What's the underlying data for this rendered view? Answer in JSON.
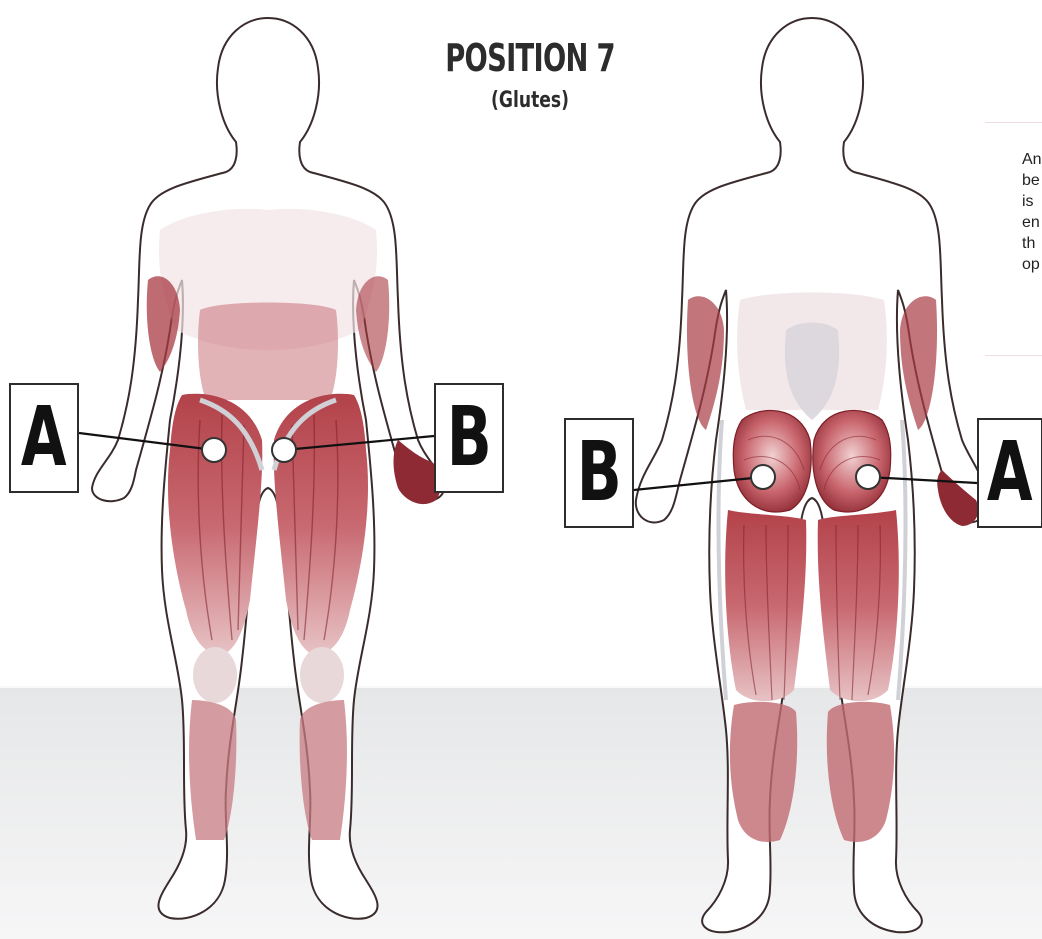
{
  "title": "POSITION 7",
  "subtitle": "(Glutes)",
  "front_figure": {
    "label_left": "A",
    "label_right": "B"
  },
  "back_figure": {
    "label_left": "B",
    "label_right": "A"
  },
  "side_panel": {
    "lines": [
      "An",
      "be",
      "is",
      "en",
      "th",
      "op"
    ]
  },
  "colors": {
    "muscle": "#a5343c",
    "muscle_light": "#d69a9e",
    "outline": "#3a2c2c",
    "floor": "#e6e7e8"
  }
}
